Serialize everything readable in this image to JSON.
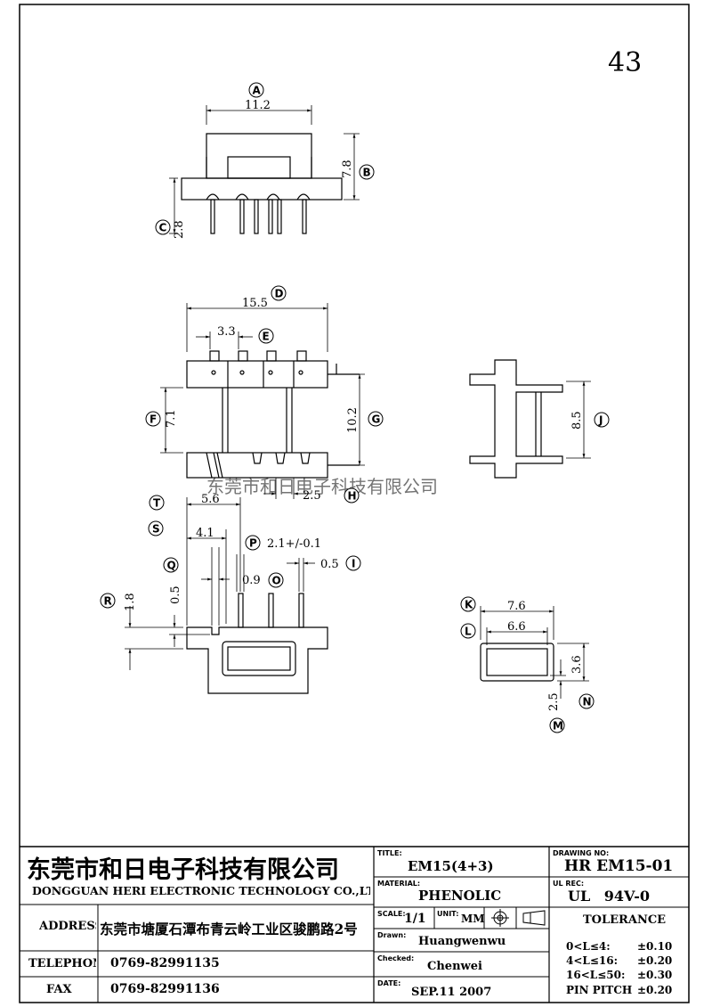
{
  "sheet": {
    "page_number": "43",
    "watermark": "东莞市和日电子科技有限公司"
  },
  "dimensions": {
    "A": "11.2",
    "B": "7.8",
    "C": "2.8",
    "D": "15.5",
    "E": "3.3",
    "F": "7.1",
    "G": "10.2",
    "H": "2.5",
    "J": "8.5",
    "T": "5.6",
    "S": "4.1",
    "P": "2.1+/-0.1",
    "I": "0.5",
    "Q": "0.5",
    "O": "0.9",
    "R": "1.8",
    "K": "7.6",
    "L": "6.6",
    "N": "3.6",
    "M": "2.5"
  },
  "markers": [
    "A",
    "B",
    "C",
    "D",
    "E",
    "F",
    "G",
    "H",
    "J",
    "T",
    "S",
    "P",
    "I",
    "Q",
    "O",
    "R",
    "K",
    "L",
    "N",
    "M"
  ],
  "title_block": {
    "company_cn": "东莞市和日电子科技有限公司",
    "company_en": "DONGGUAN HERI ELECTRONIC TECHNOLOGY CO.,LTD",
    "address_label": "ADDRESS",
    "address_value": "东莞市塘厦石潭布青云岭工业区骏鹏路2号",
    "telephone_label": "TELEPHONE",
    "telephone_value": "0769-82991135",
    "fax_label": "FAX",
    "fax_value": "0769-82991136",
    "title_label": "TITLE:",
    "title_value": "EM15(4+3)",
    "material_label": "MATERIAL:",
    "material_value": "PHENOLIC",
    "scale_label": "SCALE:",
    "scale_value": "1/1",
    "unit_label": "UNIT:",
    "unit_value": "MM",
    "drawn_label": "Drawn:",
    "drawn_value": "Huangwenwu",
    "checked_label": "Checked:",
    "checked_value": "Chenwei",
    "date_label": "DATE:",
    "date_value": "SEP.11 2007",
    "drawing_no_label": "DRAWING NO:",
    "drawing_no_value": "HR EM15-01",
    "ul_rec_label": "UL REC:",
    "ul_rec_value": "UL 94V-0",
    "tolerance_title": "TOLERANCE",
    "tolerances": [
      {
        "range": "0<L≤4:",
        "value": "±0.10"
      },
      {
        "range": "4<L≤16:",
        "value": "±0.20"
      },
      {
        "range": "16<L≤50:",
        "value": "±0.30"
      },
      {
        "range": "PIN PITCH",
        "value": "±0.20"
      }
    ]
  }
}
